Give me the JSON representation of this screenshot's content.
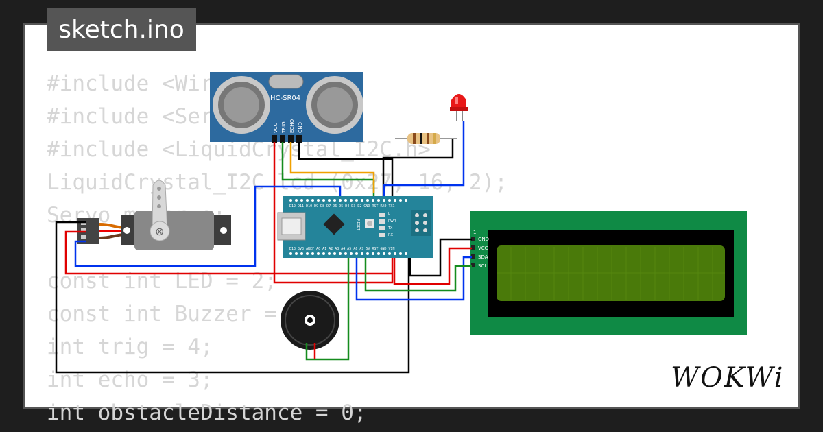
{
  "file_tab": {
    "label": "sketch.ino"
  },
  "code_lines": [
    "#include <Wire.h>",
    "#include <Servo.h>",
    "#include <LiquidCrystal_I2C.h>",
    "LiquidCrystal_I2C lcd (0x27, 16, 2);",
    "Servo myservo;",
    "",
    "const int LED = 2;",
    "const int Buzzer = 5;",
    "int trig = 4;",
    "int echo = 3;",
    "int obstacleDistance = 0;"
  ],
  "components": {
    "ultrasonic": {
      "model": "HC-SR04",
      "pins": [
        "VCC",
        "TRIG",
        "ECHO",
        "GND"
      ]
    },
    "arduino_nano": {
      "top_pins": "D12 D11 D10 D9 D8 D7 D6 D5 D4 D3 D2 GND RST RX0 TX1",
      "bottom_pins": "D13 3V3 AREF A0 A1 A2 A3 A4 A5 A6 A7 5V RST GND VIN",
      "labels": [
        "RESET",
        "L",
        "PWR",
        "TX",
        "RX"
      ]
    },
    "lcd": {
      "pins": [
        "GND",
        "VCC",
        "SDA",
        "SCL"
      ],
      "pin_one": "1"
    }
  },
  "brand": {
    "logo_text": "WOKWi"
  },
  "colors": {
    "background": "#1e1e1e",
    "card": "#ffffff",
    "code_text": "#d6d6d6",
    "sensor_blue": "#2d6a9f",
    "nano_teal": "#24849a",
    "lcd_green": "#0f8a45",
    "lcd_screen": "#4a7a0a",
    "wire_red": "#e00000",
    "wire_black": "#000000",
    "wire_blue": "#0033ee",
    "wire_green": "#158c1e",
    "wire_orange": "#f0a000"
  }
}
